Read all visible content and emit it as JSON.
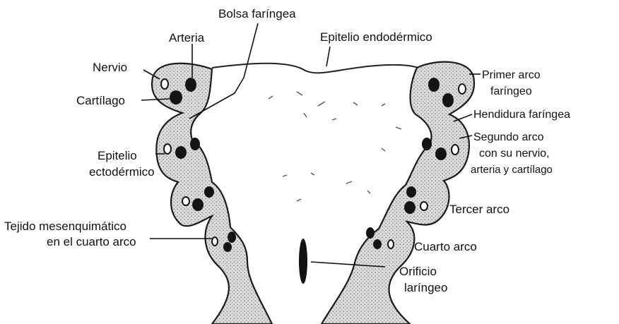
{
  "labels": {
    "bolsa_faringea": "Bolsa faríngea",
    "arteria": "Arteria",
    "epitelio_endodermico": "Epitelio endodérmico",
    "nervio": "Nervio",
    "cartilago": "Cartílago",
    "primer_arco_1": "Primer arco",
    "primer_arco_2": "faríngeo",
    "hendidura_faringea": "Hendidura faríngea",
    "segundo_arco_1": "Segundo arco",
    "segundo_arco_2": "con su nervio,",
    "segundo_arco_3": "arteria y cartílago",
    "epitelio_ecto_1": "Epitelio",
    "epitelio_ecto_2": "ectodérmico",
    "tercer_arco": "Tercer arco",
    "tejido_1": "Tejido mesenquimático",
    "tejido_2": "en el cuarto arco",
    "cuarto_arco": "Cuarto arco",
    "orificio_1": "Orificio",
    "orificio_2": "laríngeo"
  },
  "colors": {
    "stipple": "#c9c9c9",
    "outline": "#1a1a1a"
  }
}
